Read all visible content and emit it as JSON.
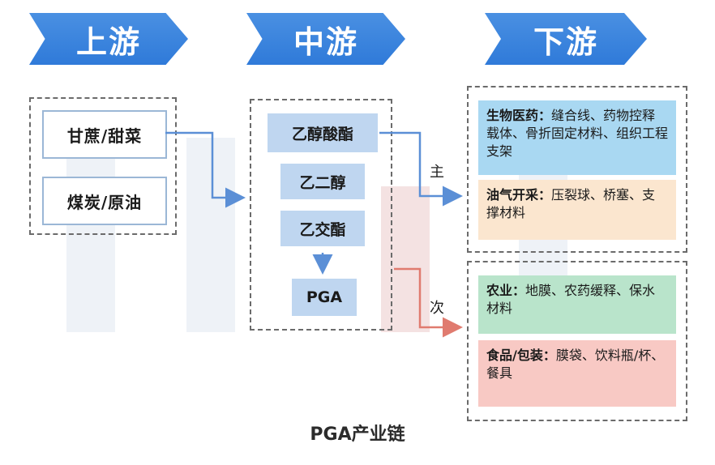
{
  "stages": {
    "upstream": "上游",
    "midstream": "中游",
    "downstream": "下游"
  },
  "upstream": {
    "items": [
      "甘蔗/甜菜",
      "煤炭/原油"
    ]
  },
  "midstream": {
    "items": [
      "乙醇酸酯",
      "乙二醇",
      "乙交酯",
      "PGA"
    ]
  },
  "flow_labels": {
    "primary": "主",
    "secondary": "次"
  },
  "downstream": {
    "primary_group": [
      {
        "head": "生物医药：",
        "body": "缝合线、药物控释载体、骨折固定材料、组织工程支架",
        "color": "#a9d8f2"
      },
      {
        "head": "油气开采：",
        "body": "压裂球、桥塞、支撑材料",
        "color": "#fbe6cf"
      }
    ],
    "secondary_group": [
      {
        "head": "农业：",
        "body": "地膜、农药缓释、保水材料",
        "color": "#b9e4cb"
      },
      {
        "head": "食品/包装：",
        "body": "膜袋、饮料瓶/杯、餐具",
        "color": "#f8c9c4"
      }
    ]
  },
  "caption": "PGA产业链",
  "colors": {
    "chevron": "#2f7ad9",
    "primary_arrow": "#5b8fd6",
    "secondary_arrow": "#e07b6f",
    "dashed_border": "#6b6b6b"
  }
}
